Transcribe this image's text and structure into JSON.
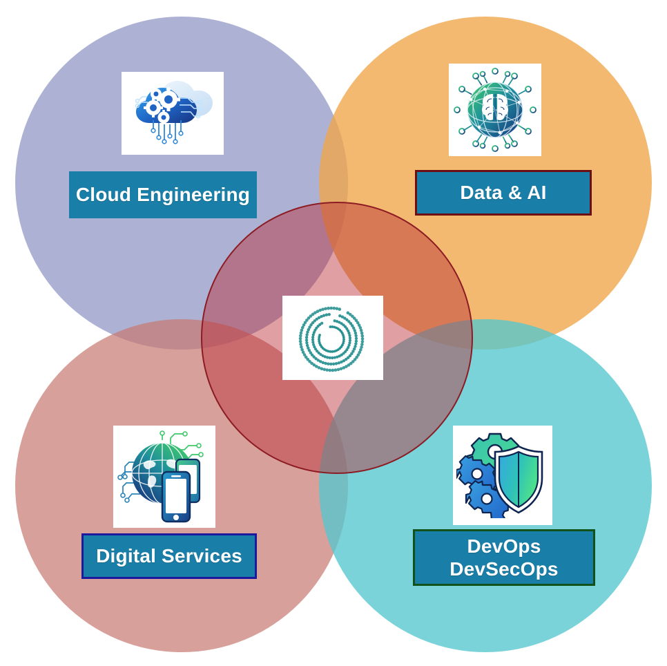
{
  "diagram": {
    "title": "Capability Venn Diagram",
    "type": "four-circle-venn-with-center",
    "background_color": "#ffffff",
    "center": {
      "name": "center-overlap-circle",
      "fill_color": "#ba2d37",
      "border_color": "#8c1b23",
      "logo_icon": "dotted-spiral-logo-icon",
      "logo_color": "#1f8c8c"
    },
    "circles": [
      {
        "id": "cloud-engineering",
        "position": "top-left",
        "color": "#a8abcf"
      },
      {
        "id": "data-ai",
        "position": "top-right",
        "color": "#f2be7e"
      },
      {
        "id": "digital-services",
        "position": "bottom-left",
        "color": "#d49d98"
      },
      {
        "id": "devops",
        "position": "bottom-right",
        "color": "#82d3d8"
      }
    ],
    "segments": [
      {
        "id": "cloud-engineering",
        "label": "Cloud Engineering",
        "label_line_1": "Cloud Engineering",
        "label_line_2": "",
        "icon": "cloud-gears-circuit-icon",
        "box_color": "#1a7fa8",
        "box_border_color": "none",
        "text_color": "#ffffff"
      },
      {
        "id": "data-ai",
        "label": "Data & AI",
        "label_line_1": "Data & AI",
        "label_line_2": "",
        "icon": "brain-network-sphere-icon",
        "box_color": "#1a7fa8",
        "box_border_color": "#6b0f12",
        "text_color": "#ffffff"
      },
      {
        "id": "digital-services",
        "label": "Digital Services",
        "label_line_1": "Digital Services",
        "label_line_2": "",
        "icon": "globe-mobile-devices-icon",
        "box_color": "#1a7fa8",
        "box_border_color": "#1c199c",
        "text_color": "#ffffff"
      },
      {
        "id": "devops",
        "label": "DevOps DevSecOps",
        "label_line_1": "DevOps",
        "label_line_2": "DevSecOps",
        "icon": "gears-shield-icon",
        "box_color": "#1a7fa8",
        "box_border_color": "#11521a",
        "text_color": "#ffffff"
      }
    ]
  }
}
